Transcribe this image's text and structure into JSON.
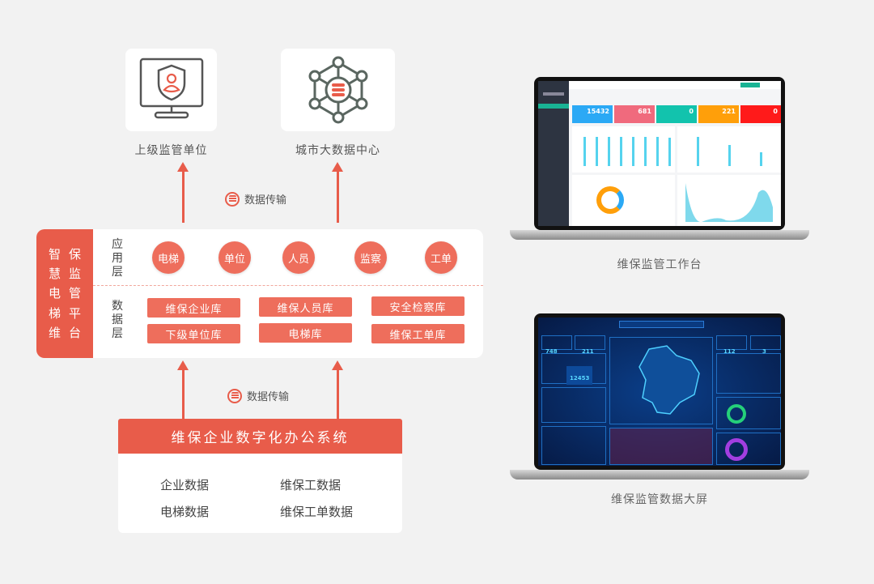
{
  "top": {
    "supervisor": {
      "label": "上级监管单位",
      "icon": "monitor-shield-user-icon"
    },
    "bigdata": {
      "label": "城市大数据中心",
      "icon": "network-database-icon"
    },
    "transfer_label": "数据传输"
  },
  "platform": {
    "title_chars": [
      "智",
      "保",
      "慧",
      "监",
      "电",
      "管",
      "梯",
      "平",
      "维",
      "台"
    ],
    "app_layer": {
      "label": [
        "应",
        "用",
        "层"
      ],
      "items": [
        "电梯",
        "单位",
        "人员",
        "监察",
        "工单"
      ]
    },
    "data_layer": {
      "label": [
        "数",
        "据",
        "层"
      ],
      "items": [
        "维保企业库",
        "维保人员库",
        "安全检察库",
        "下级单位库",
        "电梯库",
        "维保工单库"
      ]
    }
  },
  "bottom": {
    "transfer_label": "数据传输",
    "system_title": "维保企业数字化办公系统",
    "items": [
      "企业数据",
      "维保工数据",
      "电梯数据",
      "维保工单数据"
    ]
  },
  "laptops": [
    {
      "label": "维保监管工作台",
      "kpis": [
        "15432",
        "681",
        "0",
        "221",
        "0"
      ]
    },
    {
      "label": "维保监管数据大屏",
      "stats": [
        "748",
        "211",
        "12453",
        "112",
        "3"
      ]
    }
  ],
  "colors": {
    "accent": "#e85c4a",
    "light_accent": "#ee6e5c",
    "background": "#f2f2f2"
  }
}
